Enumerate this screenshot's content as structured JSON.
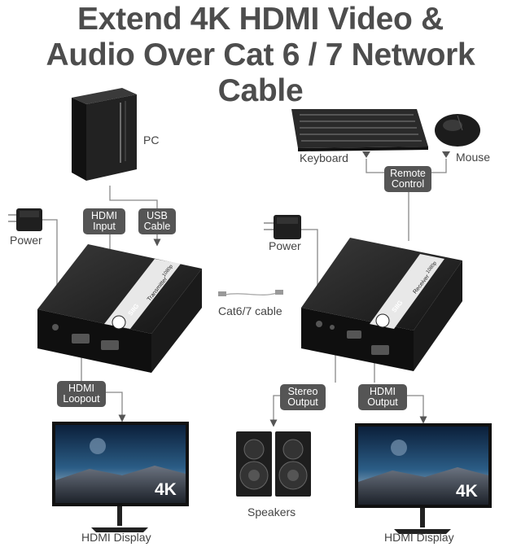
{
  "header": {
    "line1": "Extend 4K HDMI Video &",
    "line2": "Audio Over Cat 6 / 7 Network Cable"
  },
  "labels": {
    "pc": "PC",
    "keyboard": "Keyboard",
    "mouse": "Mouse",
    "power_left": "Power",
    "power_right": "Power",
    "cat_cable": "Cat6/7 cable",
    "speakers": "Speakers",
    "display_left": "HDMI Display",
    "display_right": "HDMI Display"
  },
  "tags": {
    "hdmi_input": [
      "HDMI",
      "Input"
    ],
    "usb_cable": [
      "USB",
      "Cable"
    ],
    "remote_control": [
      "Remote",
      "Control"
    ],
    "hdmi_loopout": [
      "HDMI",
      "Loopout"
    ],
    "stereo_output": [
      "Stereo",
      "Output"
    ],
    "hdmi_output": [
      "HDMI",
      "Output"
    ]
  },
  "devices": {
    "brand": "SIIG",
    "transmitter_label": "Transmitter",
    "receiver_label": "Receiver",
    "resolution_mark": "1080p",
    "display_badge": "4K"
  },
  "colors": {
    "title": "#4d4d4d",
    "tag_bg": "#555555",
    "device_body": "#1e1e1e",
    "connector_line": "#777777"
  }
}
